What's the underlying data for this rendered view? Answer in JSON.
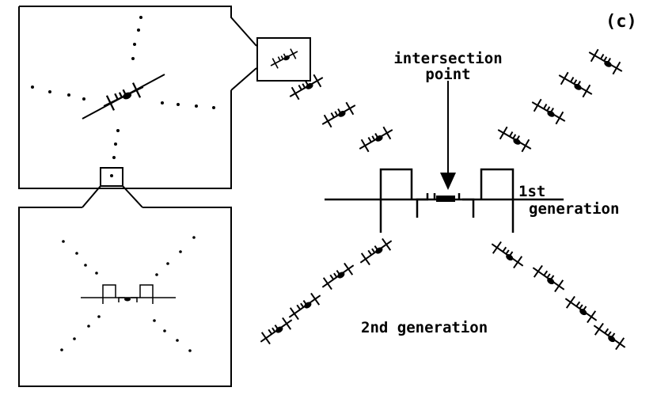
{
  "labels": {
    "panel": "(c)",
    "intersection_line1": "intersection",
    "intersection_line2": "point",
    "first_gen_line1": "1st",
    "first_gen_line2": "generation",
    "second_gen": "2nd generation"
  },
  "colors": {
    "ink": "#000000",
    "paper": "#ffffff"
  }
}
